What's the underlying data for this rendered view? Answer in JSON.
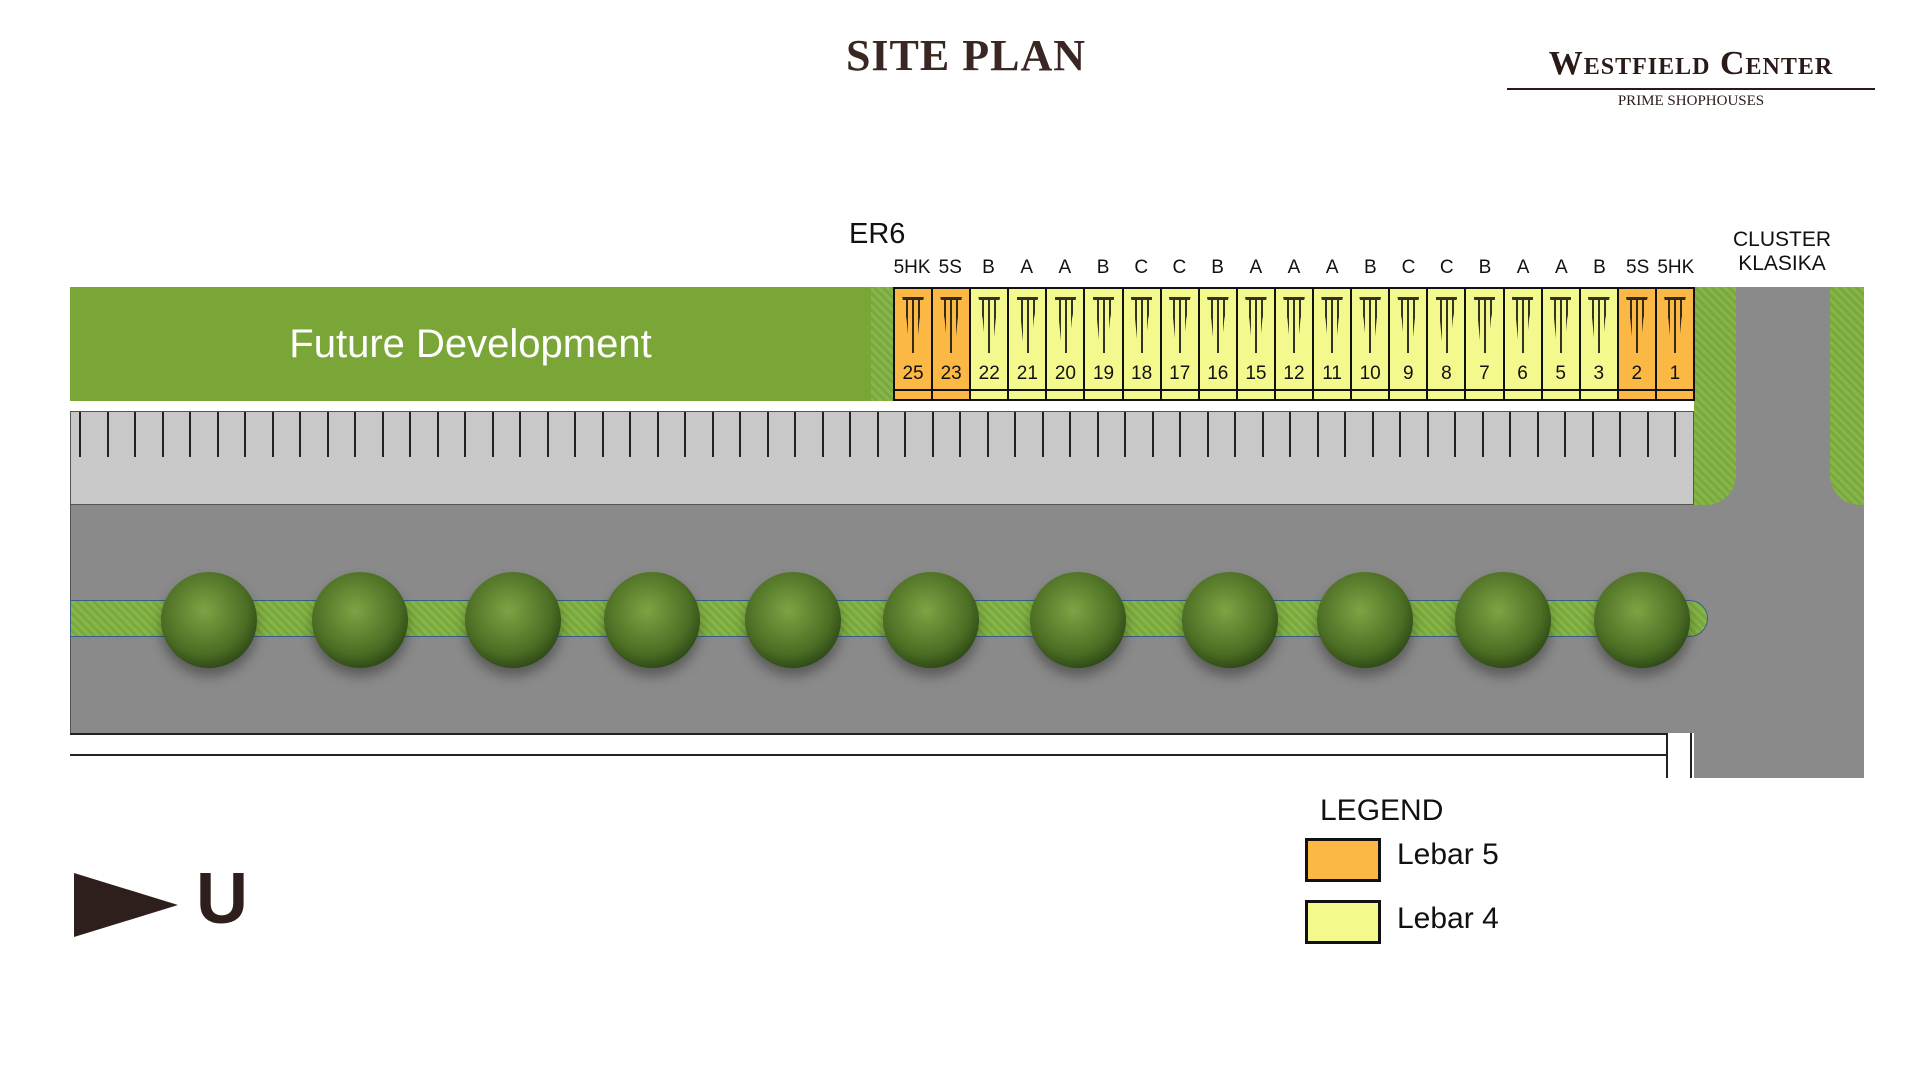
{
  "title": "SITE PLAN",
  "logo": {
    "name": "Westfield Center",
    "tagline": "PRIME SHOPHOUSES"
  },
  "future_development": "Future Development",
  "block_label": "ER6",
  "cluster_label": [
    "CLUSTER",
    "KLASIKA"
  ],
  "units": [
    {
      "type": "5HK",
      "number": "25",
      "width": "Lebar 5"
    },
    {
      "type": "5S",
      "number": "23",
      "width": "Lebar 5"
    },
    {
      "type": "B",
      "number": "22",
      "width": "Lebar 4"
    },
    {
      "type": "A",
      "number": "21",
      "width": "Lebar 4"
    },
    {
      "type": "A",
      "number": "20",
      "width": "Lebar 4"
    },
    {
      "type": "B",
      "number": "19",
      "width": "Lebar 4"
    },
    {
      "type": "C",
      "number": "18",
      "width": "Lebar 4"
    },
    {
      "type": "C",
      "number": "17",
      "width": "Lebar 4"
    },
    {
      "type": "B",
      "number": "16",
      "width": "Lebar 4"
    },
    {
      "type": "A",
      "number": "15",
      "width": "Lebar 4"
    },
    {
      "type": "A",
      "number": "12",
      "width": "Lebar 4"
    },
    {
      "type": "A",
      "number": "11",
      "width": "Lebar 4"
    },
    {
      "type": "B",
      "number": "10",
      "width": "Lebar 4"
    },
    {
      "type": "C",
      "number": "9",
      "width": "Lebar 4"
    },
    {
      "type": "C",
      "number": "8",
      "width": "Lebar 4"
    },
    {
      "type": "B",
      "number": "7",
      "width": "Lebar 4"
    },
    {
      "type": "A",
      "number": "6",
      "width": "Lebar 4"
    },
    {
      "type": "A",
      "number": "5",
      "width": "Lebar 4"
    },
    {
      "type": "B",
      "number": "3",
      "width": "Lebar 4"
    },
    {
      "type": "5S",
      "number": "2",
      "width": "Lebar 5"
    },
    {
      "type": "5HK",
      "number": "1",
      "width": "Lebar 5"
    }
  ],
  "legend": {
    "title": "LEGEND",
    "items": [
      {
        "label": "Lebar 5",
        "color": "#fbb845"
      },
      {
        "label": "Lebar 4",
        "color": "#f4f98e"
      }
    ]
  },
  "north": "U",
  "colors": {
    "lebar5": "#fbb845",
    "lebar4": "#f4f98e",
    "future": "#7aa638"
  }
}
